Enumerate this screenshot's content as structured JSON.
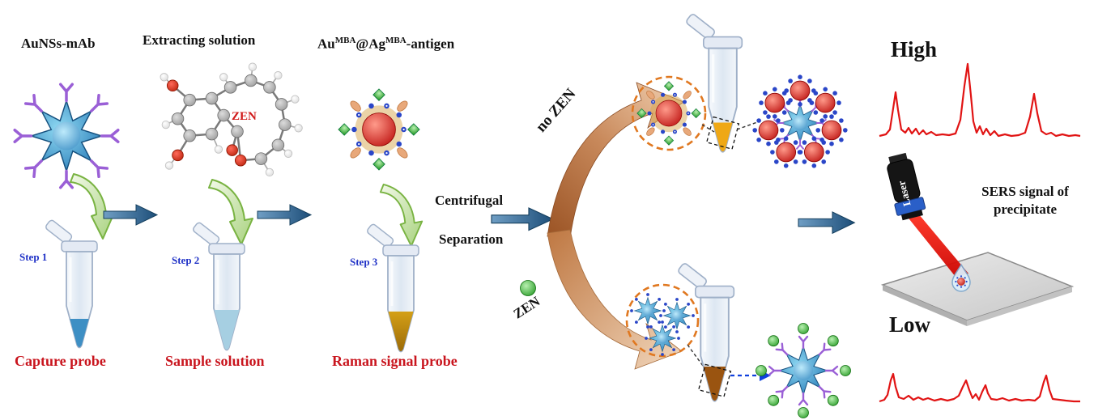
{
  "capture": {
    "title": "AuNSs-mAb",
    "step": "Step 1",
    "caption": "Capture probe"
  },
  "sample": {
    "title": "Extracting solution",
    "molecule": "ZEN",
    "step": "Step 2",
    "caption": "Sample solution"
  },
  "signal": {
    "au": "Au",
    "sup1": "MBA",
    "ag": "@Ag",
    "sup2": "MBA",
    "rest": "-antigen",
    "step": "Step 3",
    "caption": "Raman signal probe"
  },
  "process": {
    "line1": "Centrifugal",
    "line2": "Separation",
    "no_zen": "no ZEN",
    "zen": "ZEN"
  },
  "readout": {
    "high": "High",
    "low": "Low",
    "laser": "Laser",
    "caption": "SERS signal of precipitate"
  },
  "colors": {
    "spectrum_red": "#e11414",
    "caption_red": "#c9151e",
    "step_blue": "#2133c7",
    "arrow_blue_dark": "#1d4e79",
    "swoosh_brown": "#b5683a",
    "dashed_circle_orange": "#e07820",
    "green_arrow": "#7ab544",
    "zen_green": "#1f9a2e",
    "gold_liquid": "#c89018"
  }
}
